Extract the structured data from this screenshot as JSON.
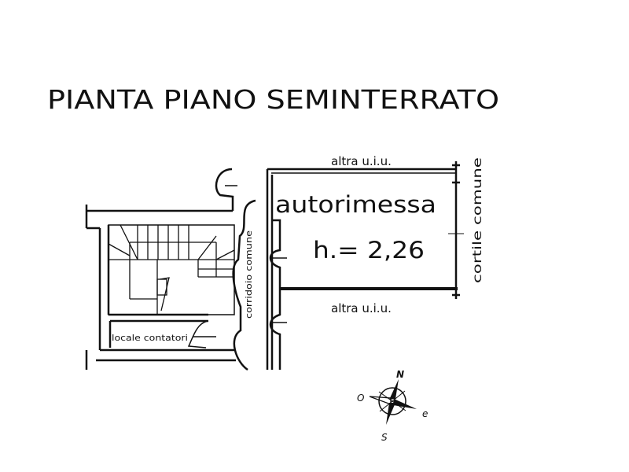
{
  "title": "PIANTA PIANO SEMINTERRATO",
  "rooms": {
    "garage_name": "autorimessa",
    "garage_height": "h.= 2,26",
    "neighbor_top": "altra u.i.u.",
    "neighbor_bottom": "altra u.i.u.",
    "courtyard": "cortile comune",
    "corridor": "corridoio comune",
    "meter_room": "locale contatori"
  },
  "compass": {
    "north": "N",
    "west": "O",
    "east": "e",
    "south": "S"
  }
}
